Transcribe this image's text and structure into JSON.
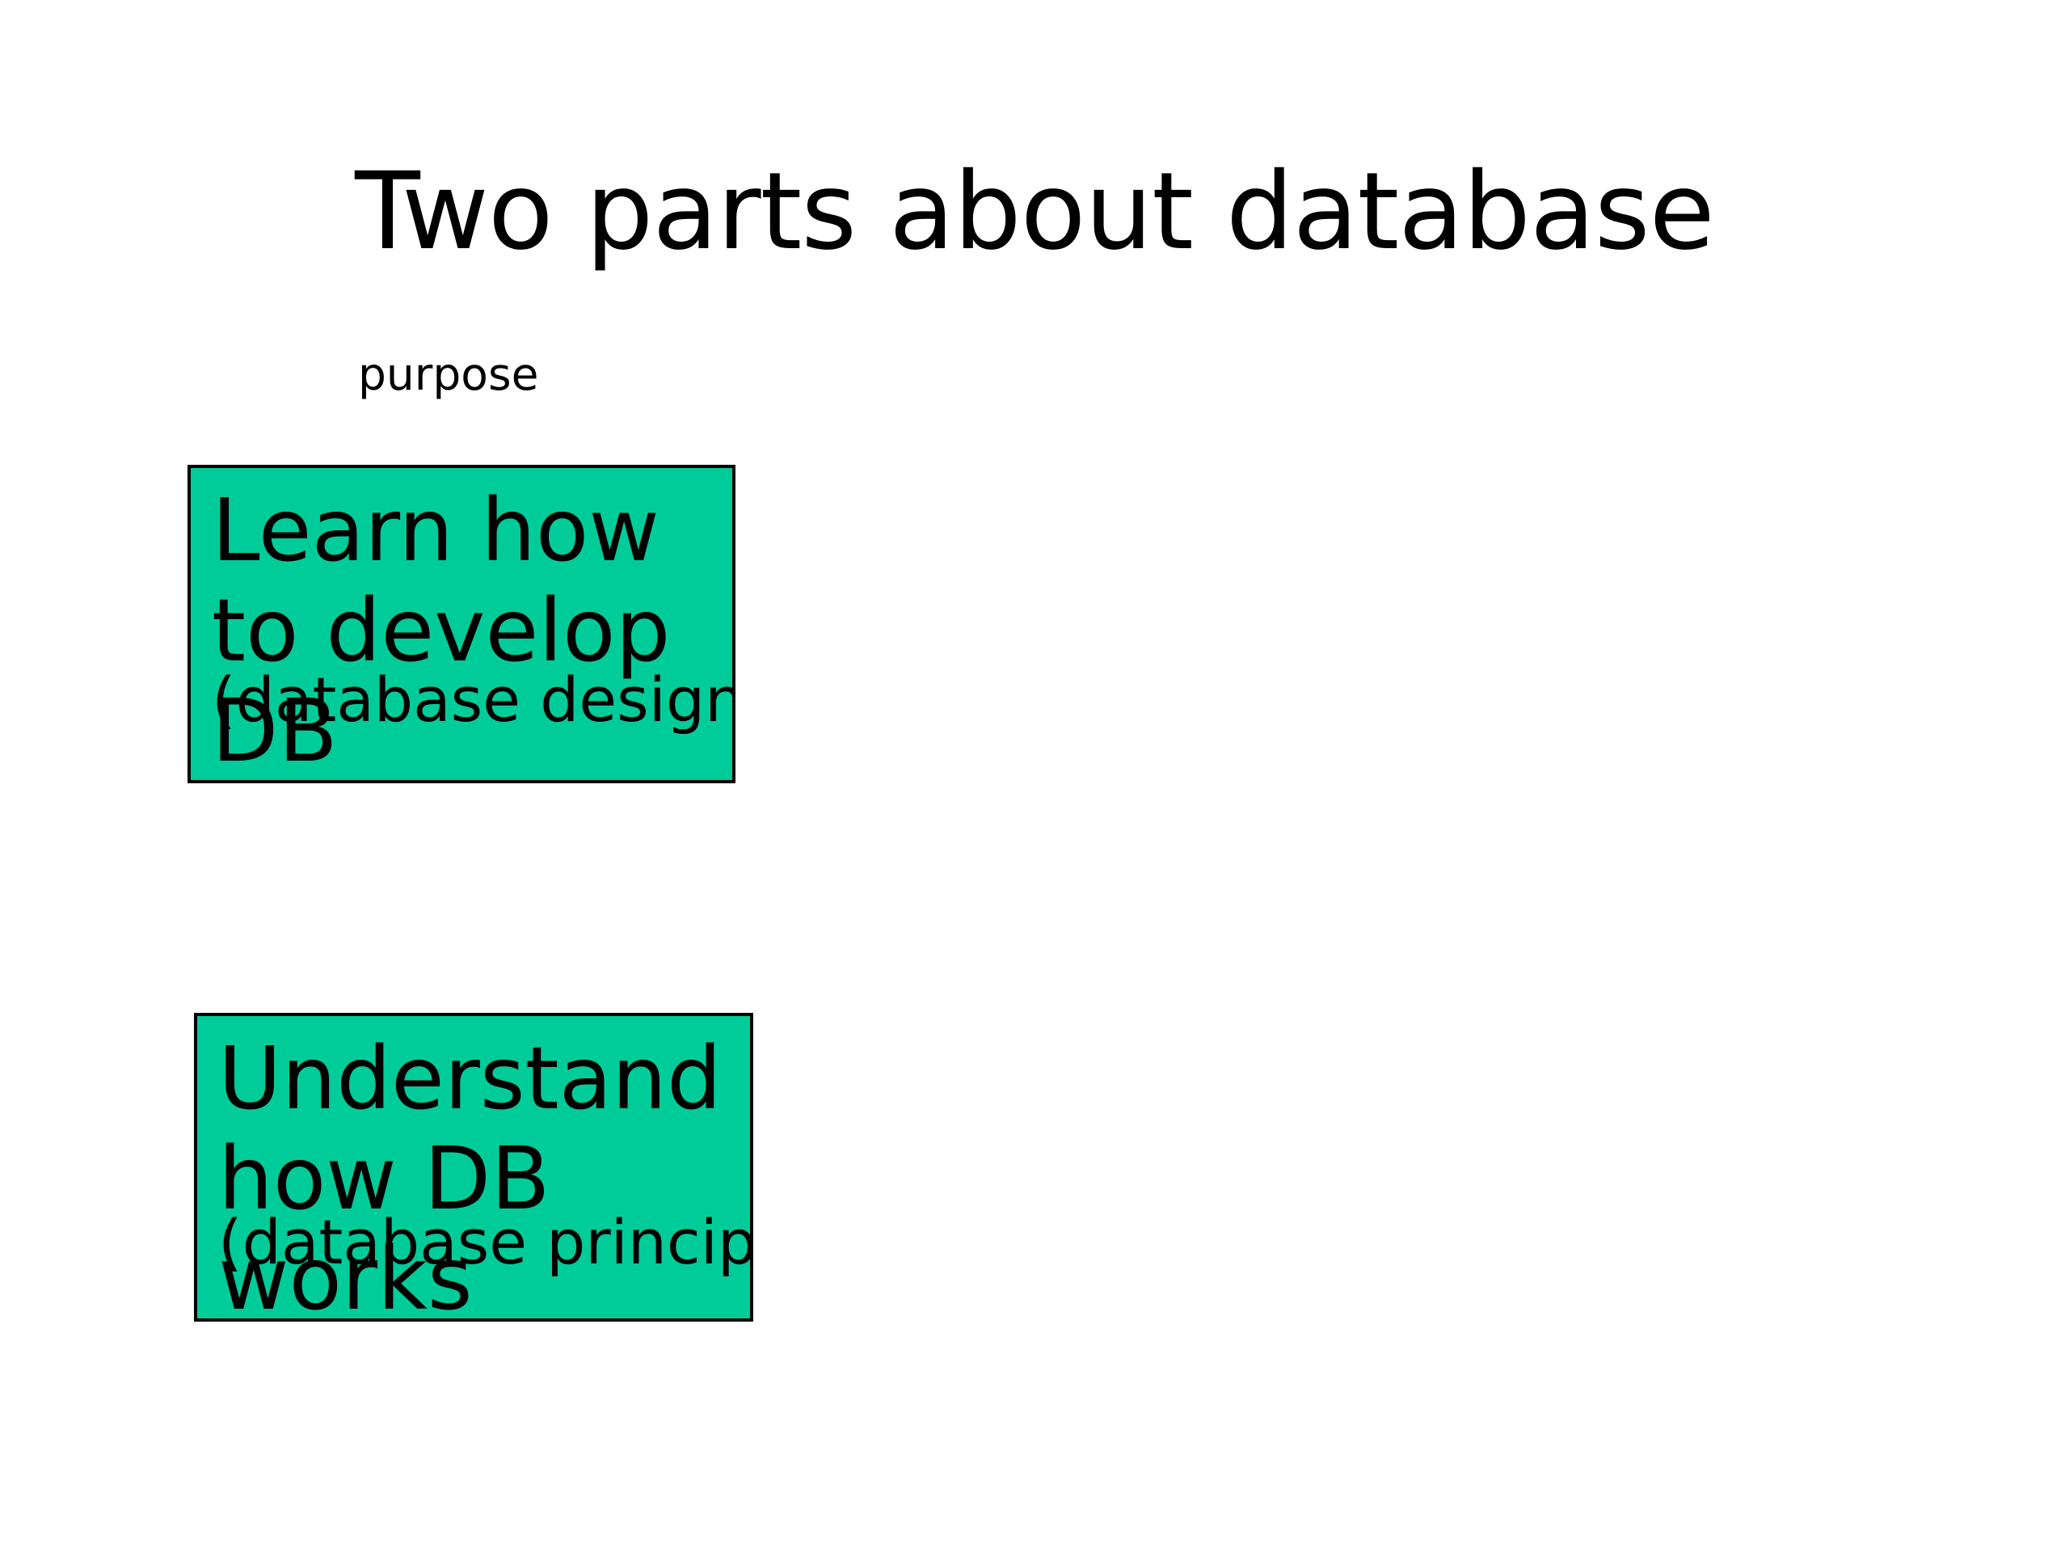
{
  "slide": {
    "title": "Two parts about database",
    "background_color": "#ffffff",
    "text_color": "#000000",
    "accent_color": "#00CC99"
  },
  "labels": {
    "purpose": "purpose"
  },
  "boxes": [
    {
      "id": "design",
      "main_text": "Learn how to develop DB",
      "sub_text": "(database design)",
      "fill_color": "#00CC99",
      "border_color": "#000000"
    },
    {
      "id": "principle",
      "main_text": "Understand how DB works",
      "sub_text": "(database principle)",
      "fill_color": "#00CC99",
      "border_color": "#000000"
    }
  ]
}
